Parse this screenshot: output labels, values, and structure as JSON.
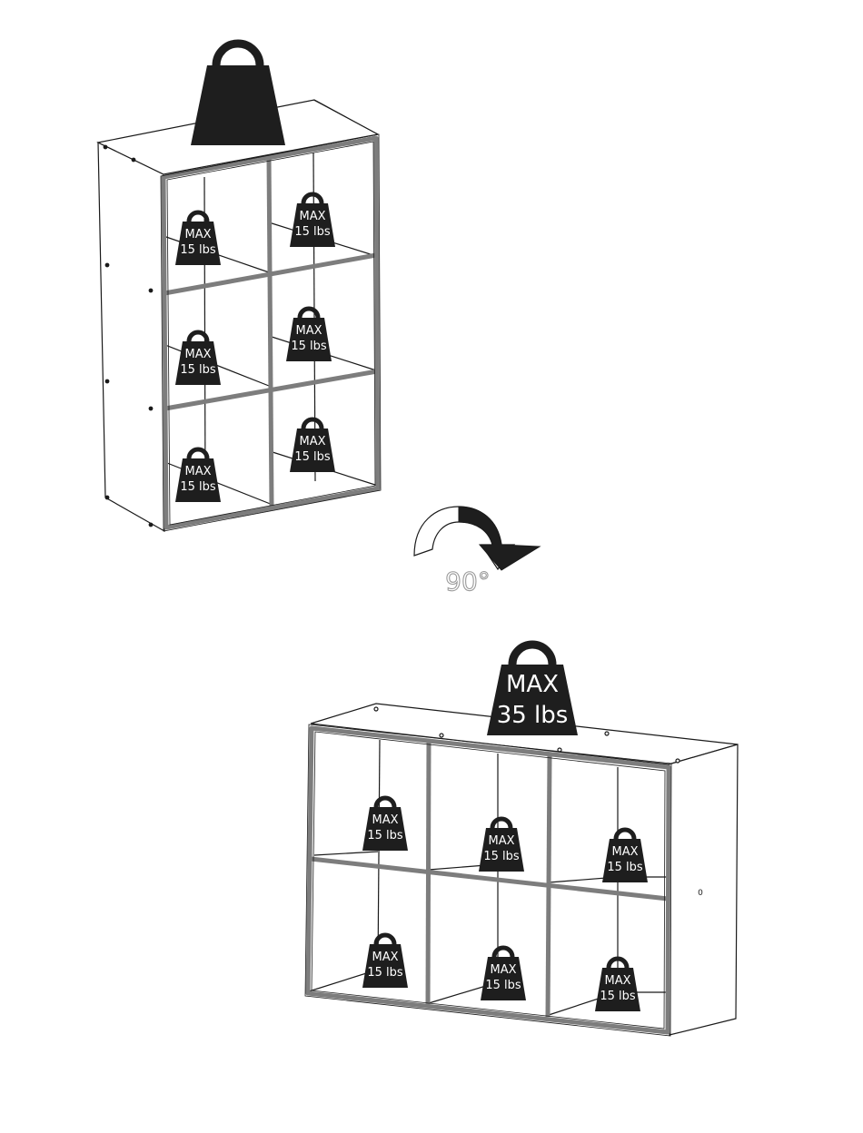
{
  "colors": {
    "panel_edge": "#7d7d7d",
    "line": "#1a1a1a",
    "weight_fill": "#1e1e1e",
    "weight_text": "#ffffff",
    "rotation_label_outline": "#9a9a9a"
  },
  "vertical_unit": {
    "top_weight": {
      "icon": "weight-icon"
    },
    "cubby_weights": [
      {
        "line1": "MAX",
        "line2": "15 lbs"
      },
      {
        "line1": "MAX",
        "line2": "15 lbs"
      },
      {
        "line1": "MAX",
        "line2": "15 lbs"
      },
      {
        "line1": "MAX",
        "line2": "15 lbs"
      },
      {
        "line1": "MAX",
        "line2": "15 lbs"
      },
      {
        "line1": "MAX",
        "line2": "15 lbs"
      }
    ]
  },
  "rotation": {
    "icon": "rotate-arrow-icon",
    "label": "90°"
  },
  "horizontal_unit": {
    "top_weight": {
      "line1": "MAX",
      "line2": "35 lbs"
    },
    "cubby_weights": [
      {
        "line1": "MAX",
        "line2": "15 lbs"
      },
      {
        "line1": "MAX",
        "line2": "15 lbs"
      },
      {
        "line1": "MAX",
        "line2": "15 lbs"
      },
      {
        "line1": "MAX",
        "line2": "15 lbs"
      },
      {
        "line1": "MAX",
        "line2": "15 lbs"
      },
      {
        "line1": "MAX",
        "line2": "15 lbs"
      }
    ],
    "side_mark": "0"
  }
}
